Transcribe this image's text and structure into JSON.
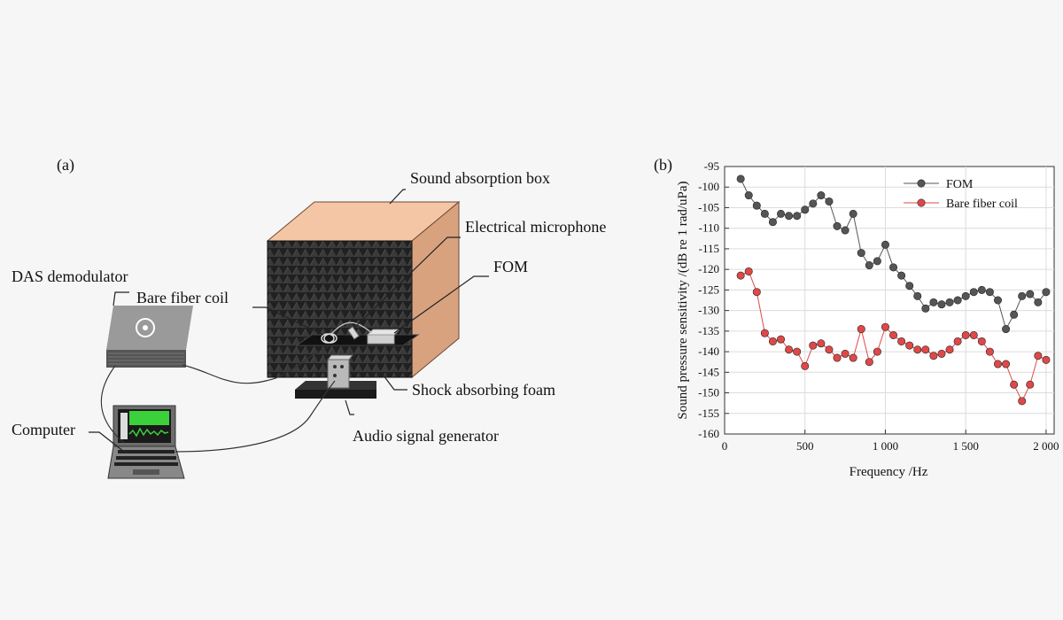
{
  "panel_a": {
    "panel_label": "(a)",
    "labels": {
      "sound_absorption_box": "Sound absorption box",
      "electrical_microphone": "Electrical microphone",
      "fom": "FOM",
      "das_demodulator": "DAS demodulator",
      "bare_fiber_coil": "Bare fiber coil",
      "shock_absorbing_foam": "Shock absorbing foam",
      "computer": "Computer",
      "audio_signal_generator": "Audio signal generator"
    },
    "colors": {
      "box_top": "#f5c6a5",
      "box_side": "#d8a27f",
      "box_front": "#1a1a1a",
      "screen_green": "#3bd13b"
    }
  },
  "panel_b": {
    "panel_label": "(b)"
  },
  "chart_data": {
    "type": "line",
    "title": "",
    "xlabel": "Frequency /Hz",
    "ylabel": "Sound pressure sensitivity /(dB re 1 rad/uPa)",
    "xlim": [
      0,
      2050
    ],
    "ylim": [
      -160,
      -95
    ],
    "xticks": [
      0,
      500,
      1000,
      1500,
      2000
    ],
    "xtick_labels": [
      "0",
      "500",
      "1 000",
      "1 500",
      "2 000"
    ],
    "yticks": [
      -95,
      -100,
      -105,
      -110,
      -115,
      -120,
      -125,
      -130,
      -135,
      -140,
      -145,
      -150,
      -155,
      -160
    ],
    "ytick_labels": [
      "-95",
      "-100",
      "-105",
      "-110",
      "-115",
      "-120",
      "-125",
      "-130",
      "-135",
      "-140",
      "-145",
      "-150",
      "-155",
      "-160"
    ],
    "grid": true,
    "legend": "top-center",
    "x": [
      100,
      150,
      200,
      250,
      300,
      350,
      400,
      450,
      500,
      550,
      600,
      650,
      700,
      750,
      800,
      850,
      900,
      950,
      1000,
      1050,
      1100,
      1150,
      1200,
      1250,
      1300,
      1350,
      1400,
      1450,
      1500,
      1550,
      1600,
      1650,
      1700,
      1750,
      1800,
      1850,
      1900,
      1950,
      2000
    ],
    "series": [
      {
        "name": "FOM",
        "color": "#555555",
        "values": [
          -98,
          -102,
          -104.5,
          -106.5,
          -108.5,
          -106.5,
          -107,
          -107,
          -105.5,
          -104,
          -102,
          -103.5,
          -109.5,
          -110.5,
          -106.5,
          -116,
          -119,
          -118,
          -114,
          -119.5,
          -121.5,
          -124,
          -126.5,
          -129.5,
          -128,
          -128.5,
          -128,
          -127.5,
          -126.5,
          -125.5,
          -125,
          -125.5,
          -127.5,
          -134.5,
          -131,
          -126.5,
          -126,
          -128,
          -125.5
        ]
      },
      {
        "name": "Bare fiber coil",
        "color": "#e04848",
        "values": [
          -121.5,
          -120.5,
          -125.5,
          -135.5,
          -137.5,
          -137,
          -139.5,
          -140,
          -143.5,
          -138.5,
          -138,
          -139.5,
          -141.5,
          -140.5,
          -141.5,
          -134.5,
          -142.5,
          -140,
          -134,
          -136,
          -137.5,
          -138.5,
          -139.5,
          -139.5,
          -141,
          -140.5,
          -139.5,
          -137.5,
          -136,
          -136,
          -137.5,
          -140,
          -143,
          -143,
          -148,
          -152,
          -148,
          -141,
          -142
        ]
      }
    ]
  }
}
